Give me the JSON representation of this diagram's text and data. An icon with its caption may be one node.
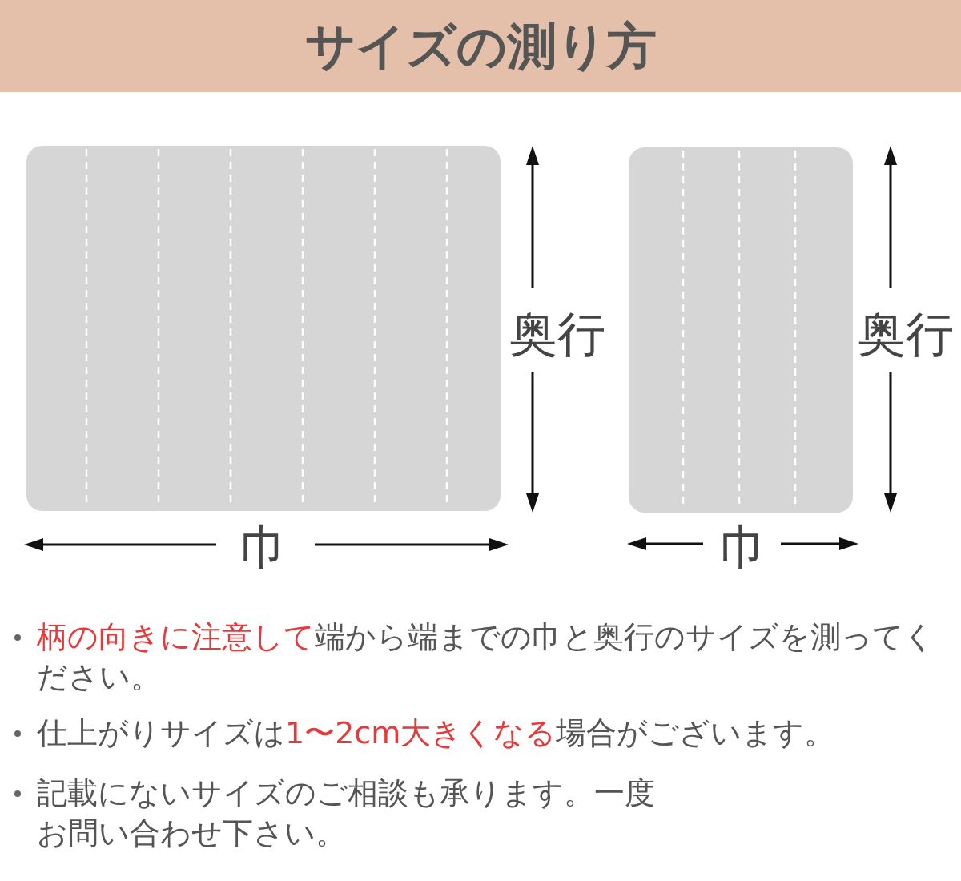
{
  "diagram": {
    "title": "サイズの測り方",
    "labels": [
      "奥行",
      "巾",
      "奥行",
      "巾",
      "**柄の向きに注意して**端から端までの巾と奥行のサイズを測ってください。",
      "仕上がりサイズは**1〜2cm大きくなる**場合がございます。",
      "記載にないサイズのご相談も承ります。一度お問い合わせ下さい。"
    ]
  }
}
